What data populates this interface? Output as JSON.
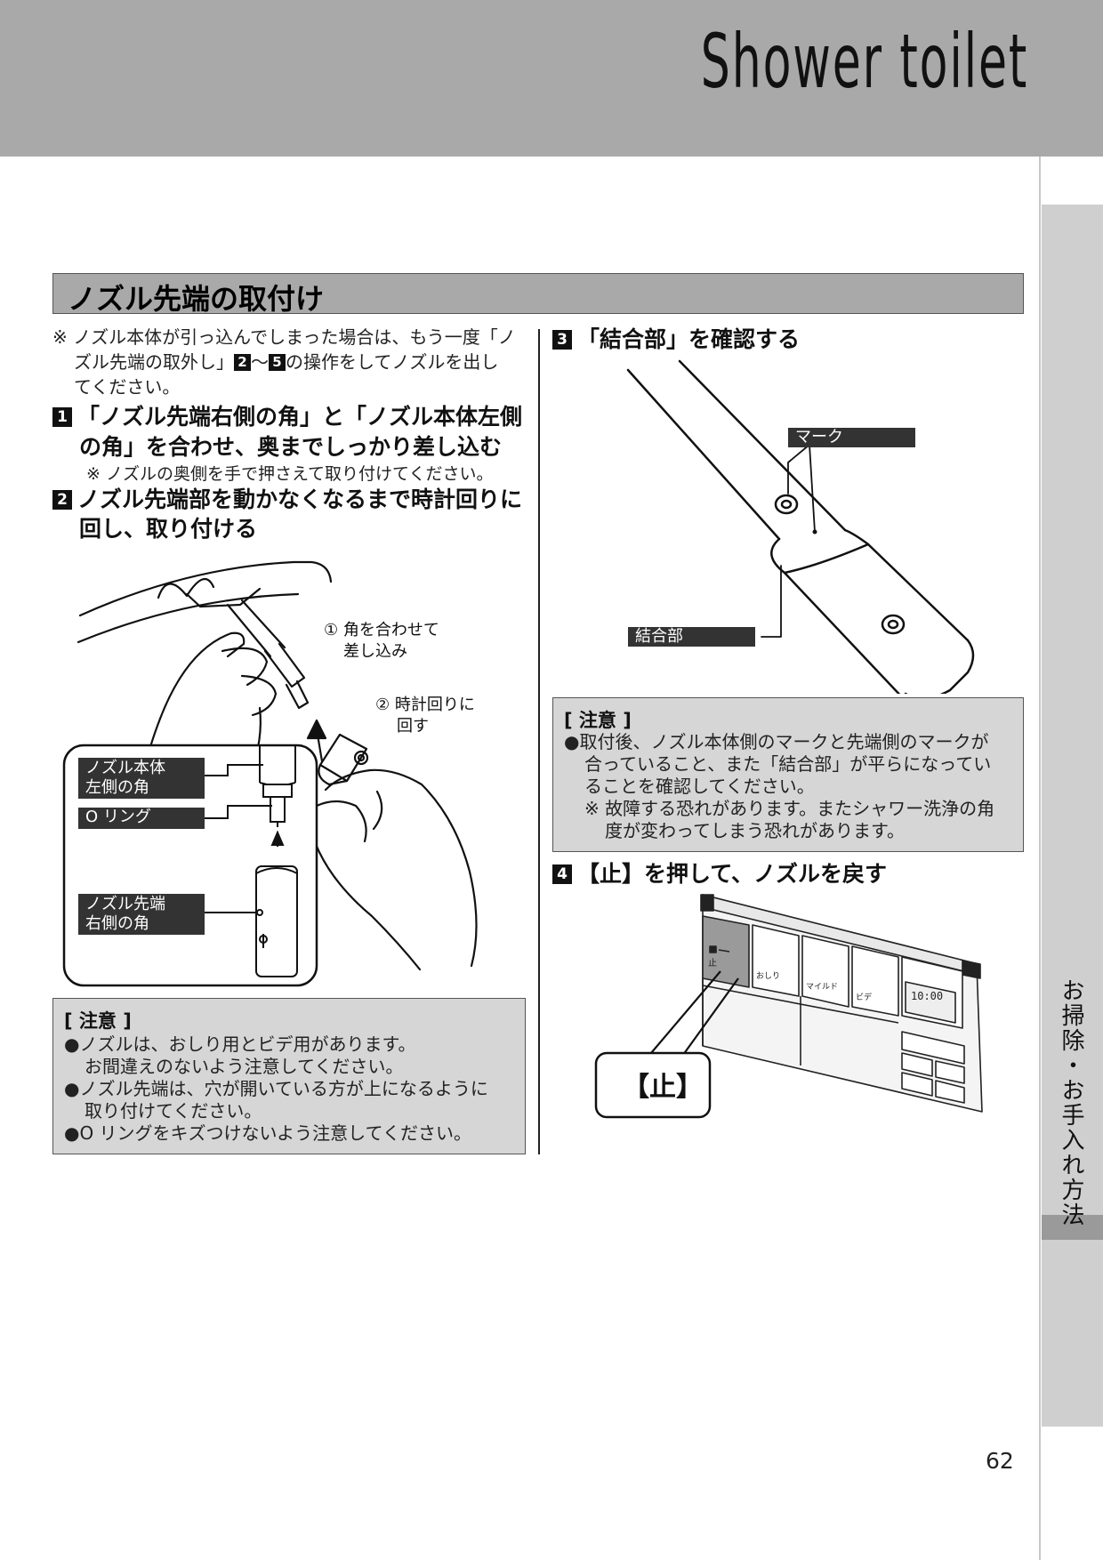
{
  "header": {
    "brand": "Shower toilet"
  },
  "side_tab": {
    "label": "お掃除・お手入れ方法"
  },
  "section": {
    "title": "ノズル先端の取付け"
  },
  "intro": {
    "line1": "※ ノズル本体が引っ込んでしまった場合は、もう一度「ノ",
    "line2_a": "ズル先端の取外し」",
    "line2_n1": "2",
    "line2_b": "〜",
    "line2_n2": "5",
    "line2_c": "の操作をしてノズルを出し",
    "line3": "てください。"
  },
  "steps": [
    {
      "number": "1",
      "line1": "「ノズル先端右側の角」と「ノズル本体左側",
      "line2": "の角」を合わせ、奥までしっかり差し込む",
      "sub": "※ ノズルの奥側を手で押さえて取り付けてください。"
    },
    {
      "number": "2",
      "line1": "ノズル先端部を動かなくなるまで時計回りに",
      "line2": "回し、取り付ける"
    },
    {
      "number": "3",
      "line1": "「結合部」を確認する"
    },
    {
      "number": "4",
      "line1": "【止】を押して、ノズルを戻す"
    }
  ],
  "figure1": {
    "callout1_line1": "① 角を合わせて",
    "callout1_line2": "差し込み",
    "callout2_line1": "② 時計回りに",
    "callout2_line2": "回す",
    "label_body_line1": "ノズル本体",
    "label_body_line2": "左側の角",
    "label_oring": "O リング",
    "label_tip_line1": "ノズル先端",
    "label_tip_line2": "右側の角"
  },
  "figure2": {
    "label_mark": "マーク",
    "label_joint": "結合部"
  },
  "figure3": {
    "stop_label": "【止】",
    "panel_labels": [
      "おしり",
      "マイルド",
      "ビデ"
    ],
    "display_time": "10:00",
    "btn_stop": "止"
  },
  "note1": {
    "title": "[ 注意 ]",
    "items": [
      {
        "line1": "●ノズルは、おしり用とビデ用があります。",
        "line2": "お間違えのないよう注意してください。"
      },
      {
        "line1": "●ノズル先端は、穴が開いている方が上になるように",
        "line2": "取り付けてください。"
      },
      {
        "line1": "●O リングをキズつけないよう注意してください。"
      }
    ]
  },
  "note2": {
    "title": "[ 注意 ]",
    "line1": "●取付後、ノズル本体側のマークと先端側のマークが",
    "line2": "合っていること、また「結合部」が平らになってい",
    "line3": "ることを確認してください。",
    "line4": "※ 故障する恐れがあります。またシャワー洗浄の角",
    "line5": "度が変わってしまう恐れがあります。"
  },
  "page_number": "62",
  "colors": {
    "header_bg": "#a9a9a9",
    "note_bg": "#d6d6d6",
    "tab_bg": "#cfcfcf"
  }
}
